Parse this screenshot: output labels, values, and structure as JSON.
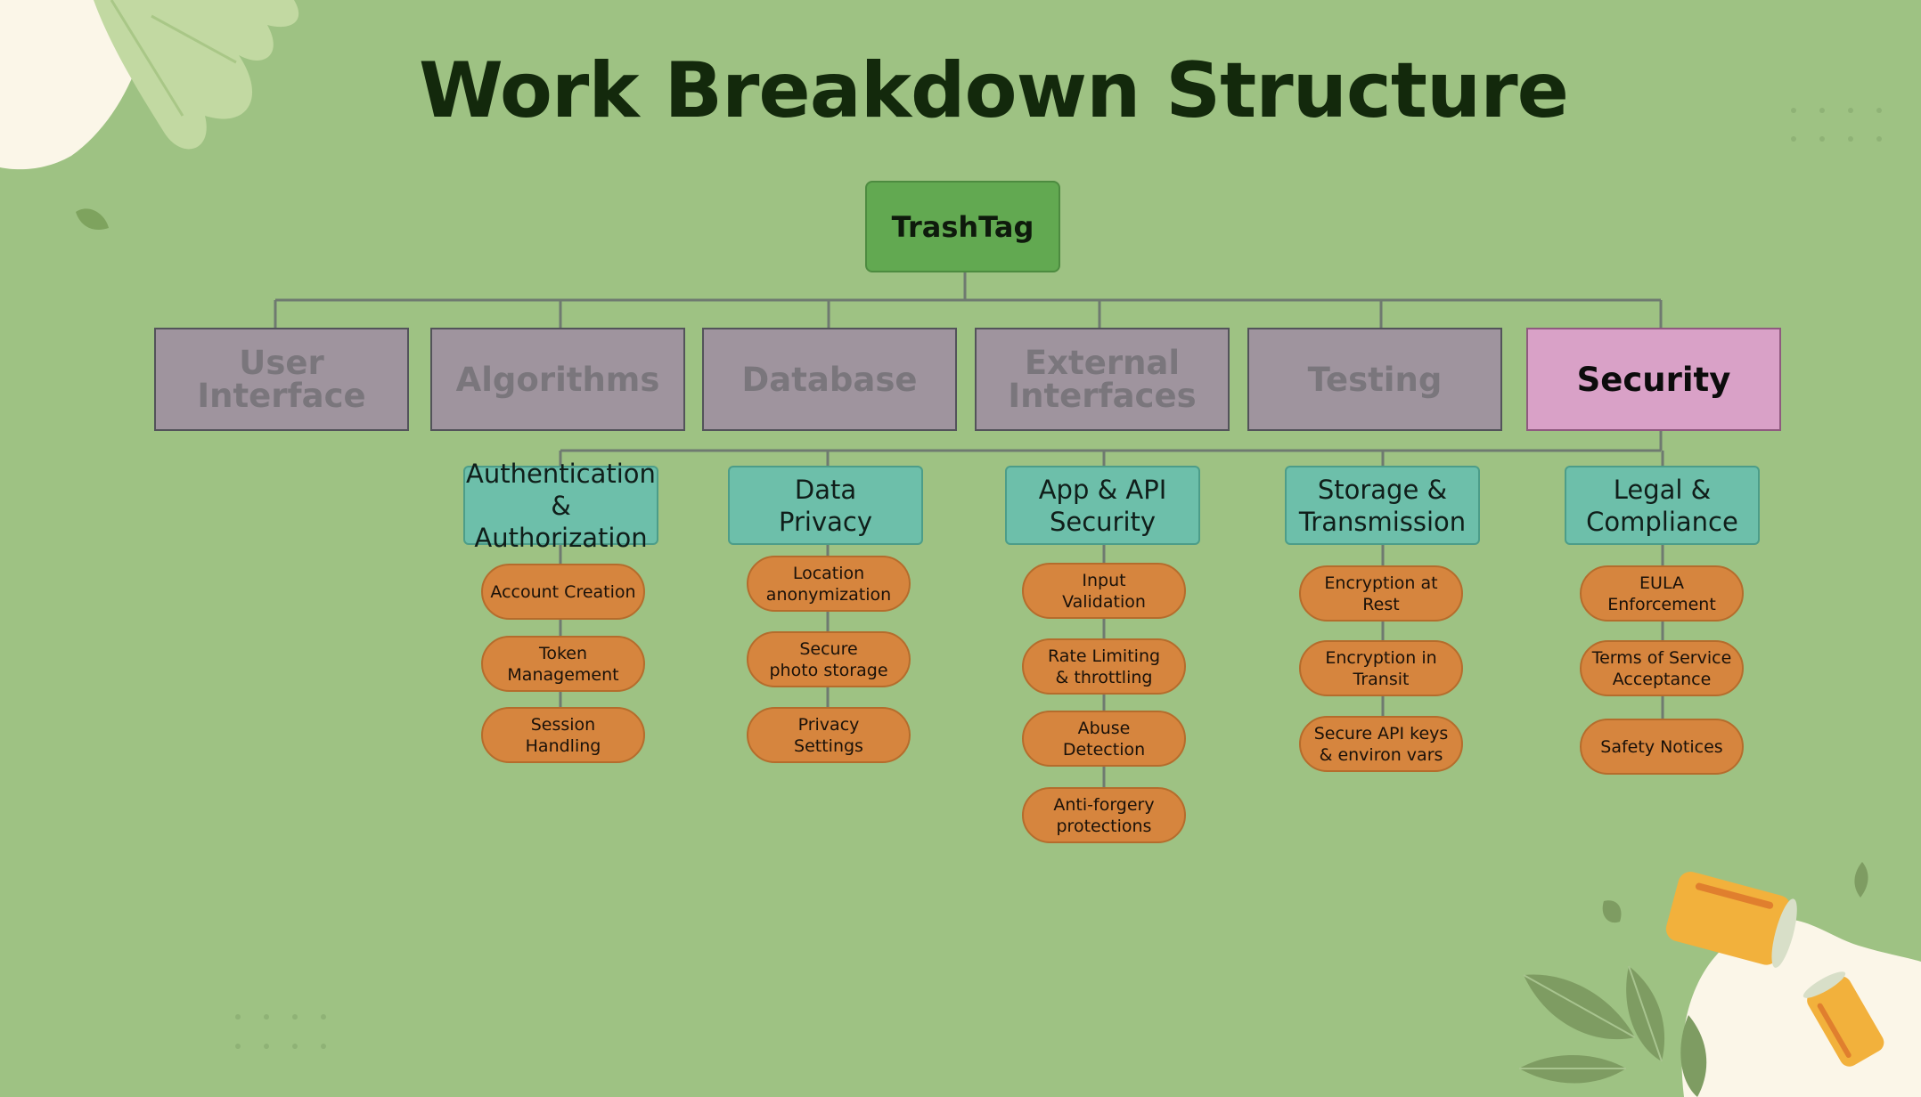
{
  "title": "Work Breakdown Structure",
  "root": "TrashTag",
  "categories": [
    {
      "label": "User Interface",
      "active": false
    },
    {
      "label": "Algorithms",
      "active": false
    },
    {
      "label": "Database",
      "active": false
    },
    {
      "label": "External\nInterfaces",
      "active": false
    },
    {
      "label": "Testing",
      "active": false
    },
    {
      "label": "Security",
      "active": true
    }
  ],
  "subcategories": [
    {
      "label": "Authentication\n& Authorization",
      "tasks": [
        "Account Creation",
        "Token Management",
        "Session\nHandling"
      ]
    },
    {
      "label": "Data\nPrivacy",
      "tasks": [
        "Location\nanonymization",
        "Secure\nphoto storage",
        "Privacy\nSettings"
      ]
    },
    {
      "label": "App & API\nSecurity",
      "tasks": [
        "Input\nValidation",
        "Rate Limiting\n& throttling",
        "Abuse\nDetection",
        "Anti-forgery\nprotections"
      ]
    },
    {
      "label": "Storage &\nTransmission",
      "tasks": [
        "Encryption at\nRest",
        "Encryption in\nTransit",
        "Secure API keys\n& environ vars"
      ]
    },
    {
      "label": "Legal &\nCompliance",
      "tasks": [
        "EULA\nEnforcement",
        "Terms of  Service\nAcceptance",
        "Safety Notices"
      ]
    }
  ],
  "colors": {
    "background": "#9ec283",
    "root": "#62a951",
    "category": "#9f949e",
    "category_active": "#d9a1c7",
    "subcategory": "#6dbfaa",
    "task": "#d6853e",
    "connector": "#6f7a70"
  }
}
